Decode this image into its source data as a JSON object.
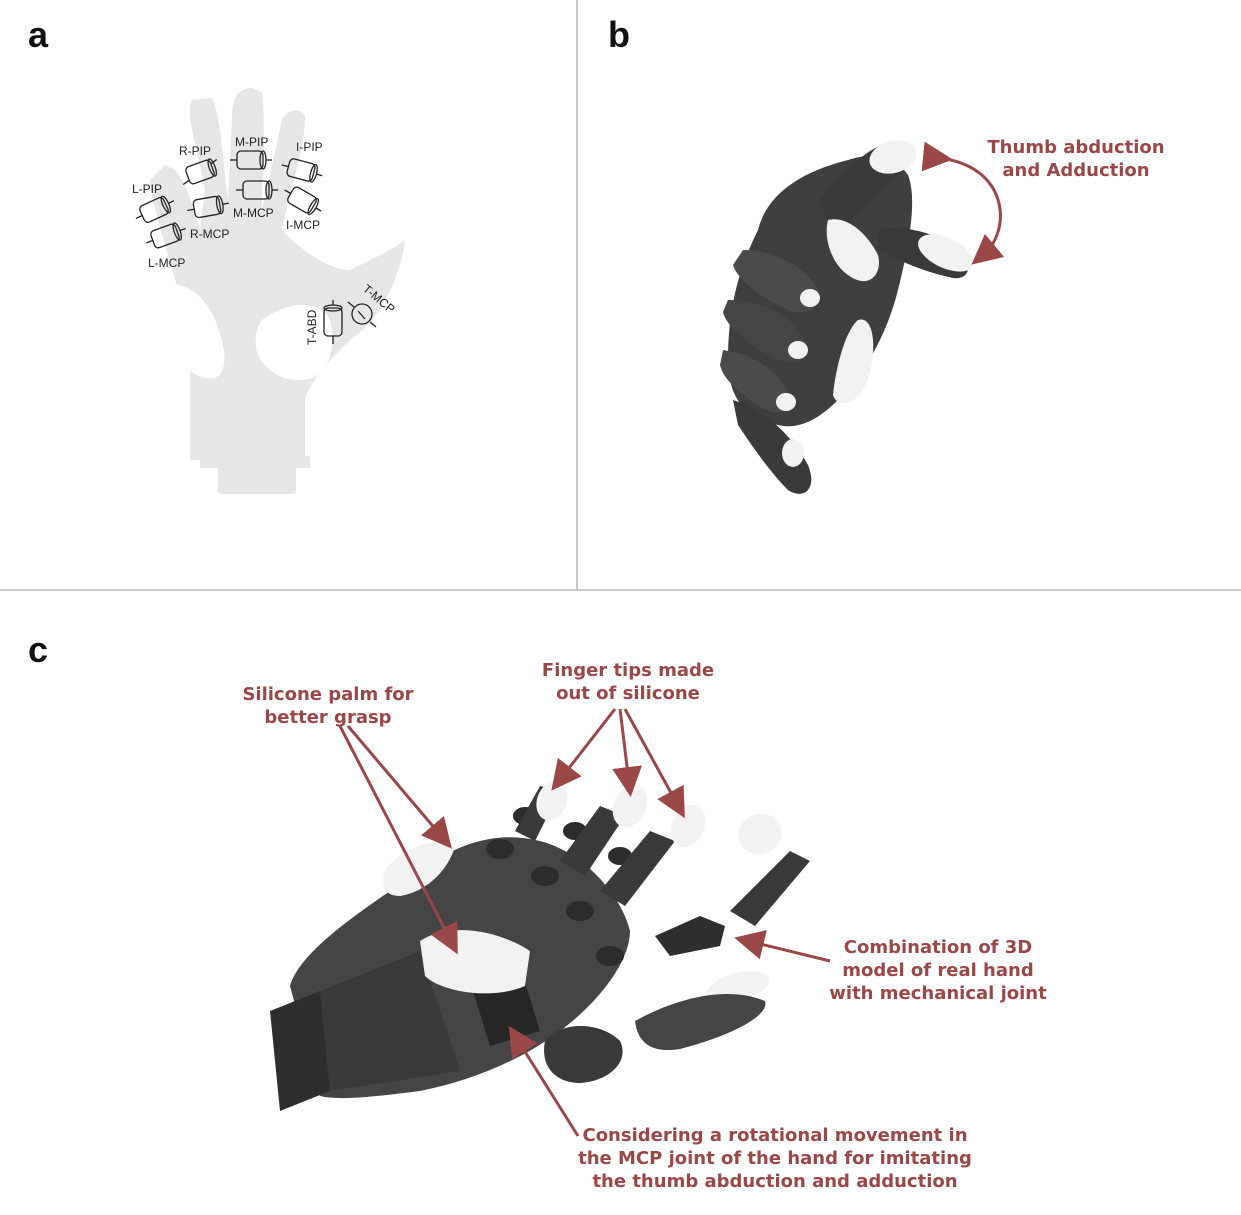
{
  "panels": {
    "a": {
      "letter": "a",
      "joint_labels": {
        "r_pip": "R-PIP",
        "m_pip": "M-PIP",
        "i_pip": "I-PIP",
        "l_pip": "L-PIP",
        "m_mcp": "M-MCP",
        "i_mcp": "I-MCP",
        "r_mcp": "R-MCP",
        "l_mcp": "L-MCP",
        "t_abd": "T-ABD",
        "t_mcp": "T-MCP"
      }
    },
    "b": {
      "letter": "b",
      "annotation": "Thumb abduction\nand Adduction"
    },
    "c": {
      "letter": "c",
      "annotations": {
        "palm": "Silicone palm for\nbetter grasp",
        "tips": "Finger tips made\nout of silicone",
        "combo": "Combination of 3D\nmodel of real hand\nwith mechanical joint",
        "mcp": "Considering a rotational movement in\nthe MCP joint of the hand for imitating\nthe thumb abduction and adduction"
      }
    }
  },
  "colors": {
    "annotation": "#9a4747",
    "hand_dark": "#3f3f3f",
    "silicone": "#f2f2f2",
    "hand_ghost": "#e6e6e6",
    "divider": "#c9c9c9"
  }
}
